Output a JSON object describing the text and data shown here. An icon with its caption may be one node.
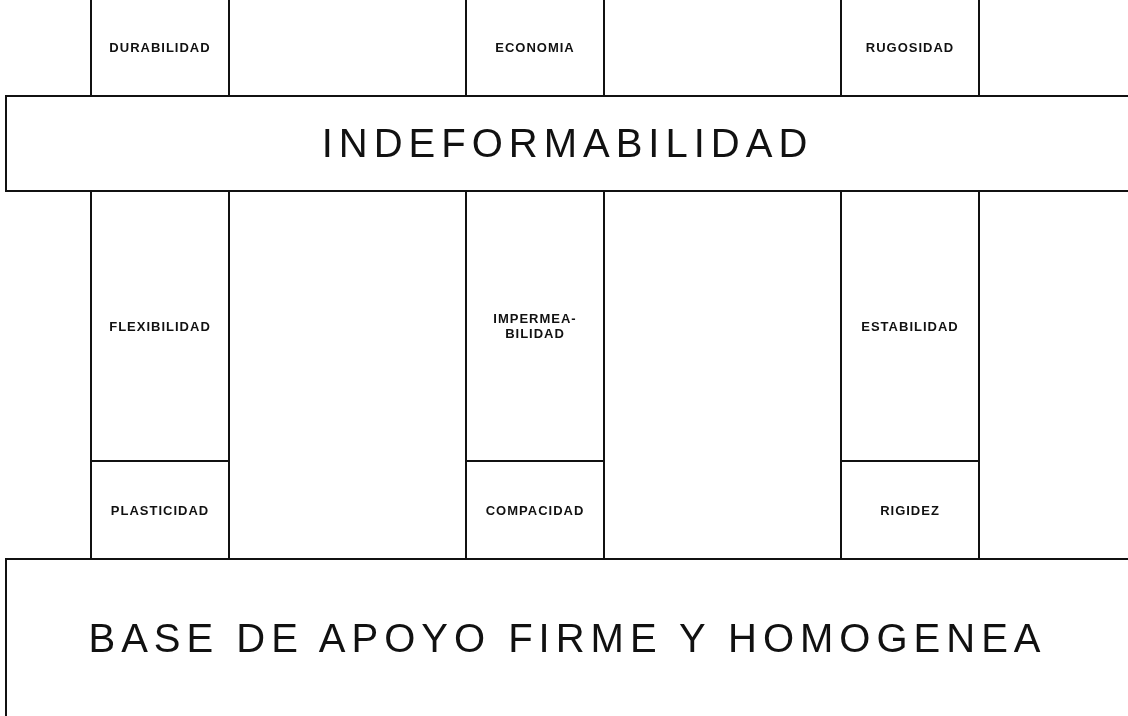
{
  "diagram": {
    "nodes": [
      {
        "text": [
          "DURABILIDAD"
        ]
      },
      {
        "text": [
          "ECONOMIA"
        ]
      },
      {
        "text": [
          "RUGOSIDAD"
        ]
      },
      {
        "text": [
          "INDEFORMABILIDAD"
        ]
      },
      {
        "text": [
          "FLEXIBILIDAD"
        ]
      },
      {
        "text": [
          "IMPERMEA- BILIDAD"
        ]
      },
      {
        "text": [
          "ESTABILIDAD"
        ]
      },
      {
        "text": [
          "PLASTICIDAD"
        ]
      },
      {
        "text": [
          "COMPACIDAD"
        ]
      },
      {
        "text": [
          "RIGIDEZ"
        ]
      },
      {
        "text": [
          "BASE DE APOYO FIRME Y HOMOGENEA"
        ]
      }
    ]
  }
}
